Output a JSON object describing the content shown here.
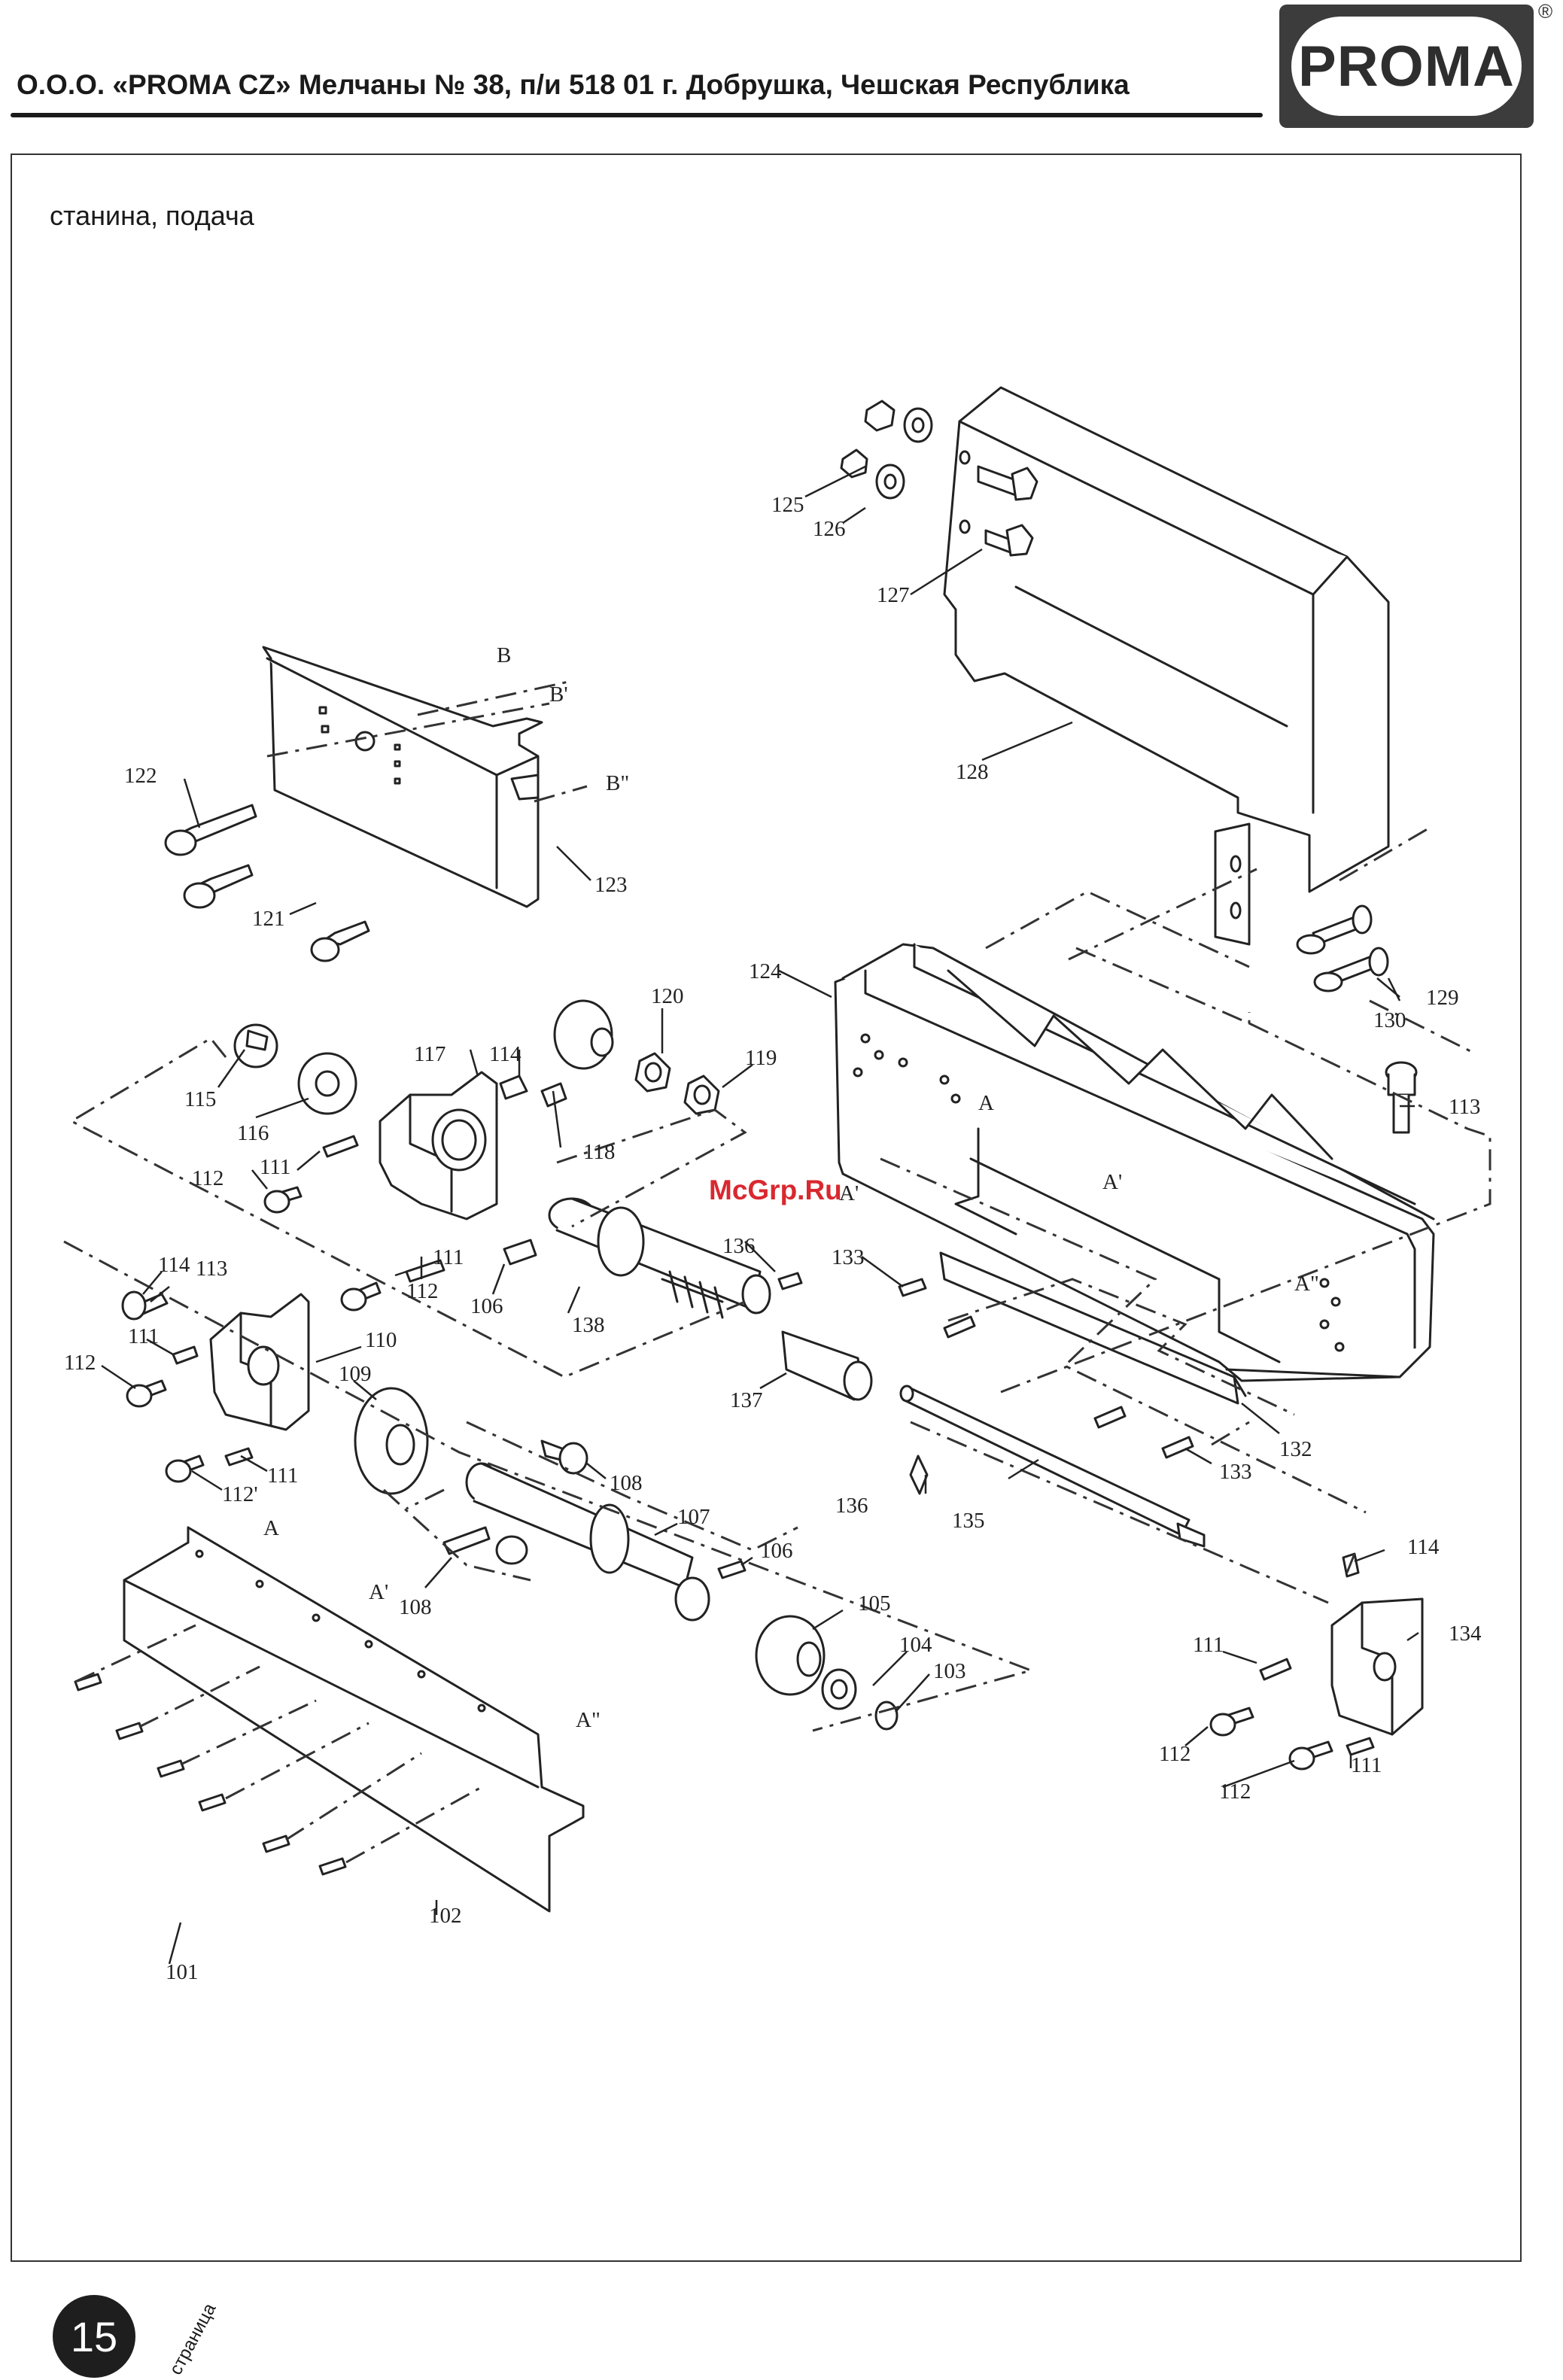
{
  "header": {
    "company_line": "О.О.О. «PROMA CZ» Мелчаны № 38, п/и 518 01 г. Добрушка, Чешская Республика",
    "logo_text": "PROMA",
    "registered_mark": "®"
  },
  "page": {
    "subtitle": "станина,  подача",
    "number": "15",
    "word": "страница"
  },
  "watermark": "McGrp.Ru",
  "diagram": {
    "view_letters": {
      "B": "B",
      "B1": "B'",
      "B2": "B\"",
      "A_top": "A",
      "A1_top": "A'",
      "A_mid": "A'",
      "A_right": "A\"",
      "A_rail": "A",
      "A1_rail": "A'",
      "A2_rail": "A\""
    },
    "labels": {
      "p101": "101",
      "p102": "102",
      "p103": "103",
      "p104": "104",
      "p105": "105",
      "p106a": "106",
      "p106b": "106",
      "p107": "107",
      "p108a": "108",
      "p108b": "108",
      "p109": "109",
      "p110": "110",
      "p111a": "111",
      "p111b": "111",
      "p111c": "111",
      "p111d": "111",
      "p111e": "111",
      "p111f": "111",
      "p112a": "112",
      "p112b": "112",
      "p112c": "112",
      "p112d": "112'",
      "p112e": "112",
      "p112f": "112",
      "p113a": "113",
      "p113b": "113",
      "p114a": "114",
      "p114b": "114",
      "p114c": "114",
      "p115": "115",
      "p116": "116",
      "p117": "117",
      "p118": "118",
      "p119": "119",
      "p120": "120",
      "p121": "121",
      "p122": "122",
      "p123": "123",
      "p124": "124",
      "p125": "125",
      "p126": "126",
      "p127": "127",
      "p128": "128",
      "p129": "129",
      "p130": "130",
      "p132": "132",
      "p133a": "133",
      "p133b": "133",
      "p134": "134",
      "p135": "135",
      "p136a": "136",
      "p136b": "136",
      "p137": "137",
      "p138": "138"
    }
  }
}
